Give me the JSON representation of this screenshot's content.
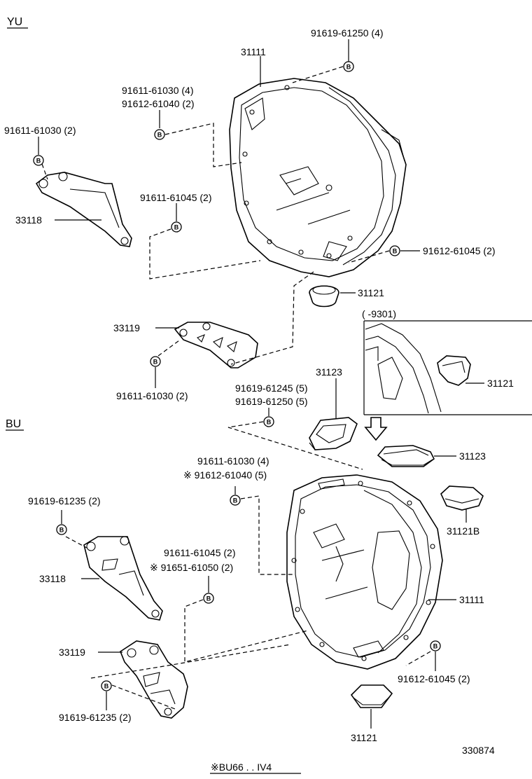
{
  "sections": {
    "yu": "YU",
    "bu": "BU"
  },
  "diagram_code": "330874",
  "footnote": "※BU66 . . IV4",
  "bolt_glyph": "B",
  "inset_range": "( -9301)",
  "labels": {
    "yu_31111": "31111",
    "yu_91619_61250": "91619-61250 (4)",
    "yu_91611_61030_4": "91611-61030 (4)",
    "yu_91612_61040_2": "91612-61040 (2)",
    "yu_91611_61030_2a": "91611-61030 (2)",
    "yu_91611_61045": "91611-61045 (2)",
    "yu_33118": "33118",
    "yu_91612_61045": "91612-61045 (2)",
    "yu_31121": "31121",
    "yu_33119": "33119",
    "yu_91611_61030_2b": "91611-61030 (2)",
    "inset_31121": "31121",
    "yu_31123": "31123",
    "bu_91619_61245": "91619-61245 (5)",
    "bu_91619_61250": "91619-61250 (5)",
    "bu_31123": "31123",
    "bu_91611_61030": "91611-61030 (4)",
    "bu_91612_61040": "※ 91612-61040 (5)",
    "bu_91619_61235a": "91619-61235 (2)",
    "bu_31121b": "31121B",
    "bu_91611_61045": "91611-61045 (2)",
    "bu_91651_61050": "※ 91651-61050 (2)",
    "bu_33118": "33118",
    "bu_31111": "31111",
    "bu_33119": "33119",
    "bu_91612_61045": "91612-61045 (2)",
    "bu_91619_61235b": "91619-61235 (2)",
    "bu_31121": "31121"
  }
}
